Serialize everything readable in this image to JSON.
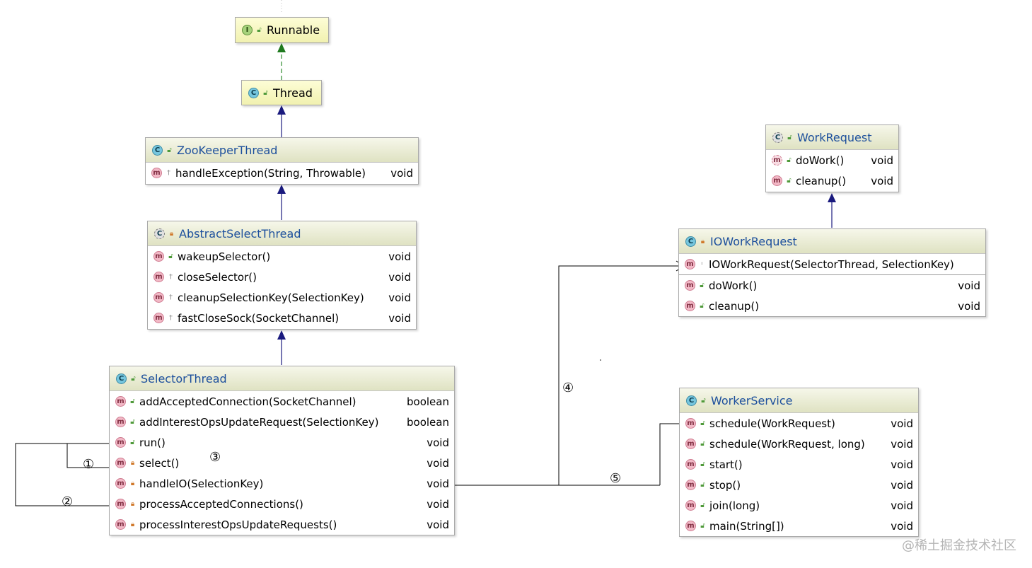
{
  "classes": {
    "runnable": {
      "name": "Runnable",
      "kind": "I",
      "vis": "pub"
    },
    "thread": {
      "name": "Thread",
      "kind": "C",
      "vis": "pub"
    },
    "zookeeper_thread": {
      "name": "ZooKeeperThread",
      "kind": "C",
      "vis": "pub",
      "methods": [
        {
          "sig": "handleException(String, Throwable)",
          "ret": "void",
          "vis": "pro"
        }
      ]
    },
    "abstract_select_thread": {
      "name": "AbstractSelectThread",
      "kind": "CA",
      "vis": "pri",
      "methods": [
        {
          "sig": "wakeupSelector()",
          "ret": "void",
          "vis": "pub"
        },
        {
          "sig": "closeSelector()",
          "ret": "void",
          "vis": "pro"
        },
        {
          "sig": "cleanupSelectionKey(SelectionKey)",
          "ret": "void",
          "vis": "pro"
        },
        {
          "sig": "fastCloseSock(SocketChannel)",
          "ret": "void",
          "vis": "pro"
        }
      ]
    },
    "selector_thread": {
      "name": "SelectorThread",
      "kind": "C",
      "vis": "pub",
      "methods": [
        {
          "sig": "addAcceptedConnection(SocketChannel)",
          "ret": "boolean",
          "vis": "pub"
        },
        {
          "sig": "addInterestOpsUpdateRequest(SelectionKey)",
          "ret": "boolean",
          "vis": "pub"
        },
        {
          "sig": "run()",
          "ret": "void",
          "vis": "pub"
        },
        {
          "sig": "select()",
          "ret": "void",
          "vis": "pri"
        },
        {
          "sig": "handleIO(SelectionKey)",
          "ret": "void",
          "vis": "pri"
        },
        {
          "sig": "processAcceptedConnections()",
          "ret": "void",
          "vis": "pri"
        },
        {
          "sig": "processInterestOpsUpdateRequests()",
          "ret": "void",
          "vis": "pri"
        }
      ]
    },
    "work_request": {
      "name": "WorkRequest",
      "kind": "CA",
      "vis": "pub",
      "methods": [
        {
          "sig": "doWork()",
          "ret": "void",
          "vis": "pub"
        },
        {
          "sig": "cleanup()",
          "ret": "void",
          "vis": "pub"
        }
      ]
    },
    "io_work_request": {
      "name": "IOWorkRequest",
      "kind": "C",
      "vis": "pri",
      "ctor": {
        "sig": "IOWorkRequest(SelectorThread, SelectionKey)",
        "ret": "",
        "vis": "pkg"
      },
      "methods": [
        {
          "sig": "doWork()",
          "ret": "void",
          "vis": "pub"
        },
        {
          "sig": "cleanup()",
          "ret": "void",
          "vis": "pub"
        }
      ]
    },
    "worker_service": {
      "name": "WorkerService",
      "kind": "CR",
      "vis": "pub",
      "methods": [
        {
          "sig": "schedule(WorkRequest)",
          "ret": "void",
          "vis": "pub"
        },
        {
          "sig": "schedule(WorkRequest, long)",
          "ret": "void",
          "vis": "pub"
        },
        {
          "sig": "start()",
          "ret": "void",
          "vis": "pub"
        },
        {
          "sig": "stop()",
          "ret": "void",
          "vis": "pub"
        },
        {
          "sig": "join(long)",
          "ret": "void",
          "vis": "pub"
        },
        {
          "sig": "main(String[])",
          "ret": "void",
          "vis": "pub"
        }
      ]
    }
  },
  "call_labels": {
    "l1": "①",
    "l2": "②",
    "l3": "③",
    "l4": "④",
    "l5": "⑤"
  },
  "icons": {
    "class": "C",
    "interface": "I",
    "method": "m"
  },
  "colors": {
    "inherit_arrow": "#1a1a7e",
    "implements_arrow": "#2e8b2e",
    "class_name": "#1c4f9c"
  },
  "watermark": "@稀土掘金技术社区"
}
